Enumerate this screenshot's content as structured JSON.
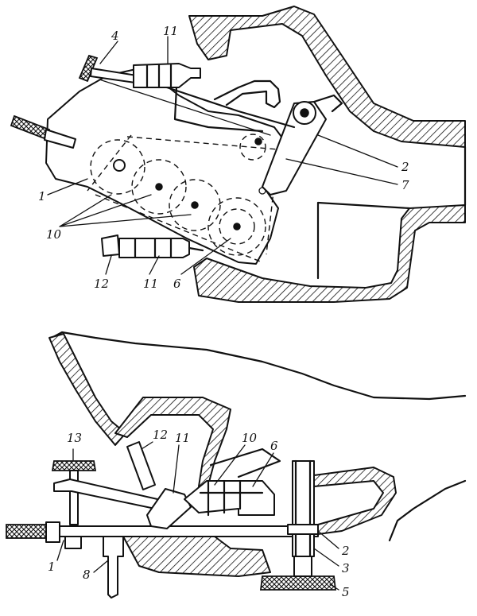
{
  "top_view": {
    "callouts": [
      "4",
      "11",
      "2",
      "7",
      "1",
      "10",
      "12",
      "11",
      "6"
    ]
  },
  "bottom_view": {
    "callouts": [
      "13",
      "12",
      "11",
      "10",
      "6",
      "1",
      "8",
      "2",
      "3",
      "5"
    ]
  }
}
